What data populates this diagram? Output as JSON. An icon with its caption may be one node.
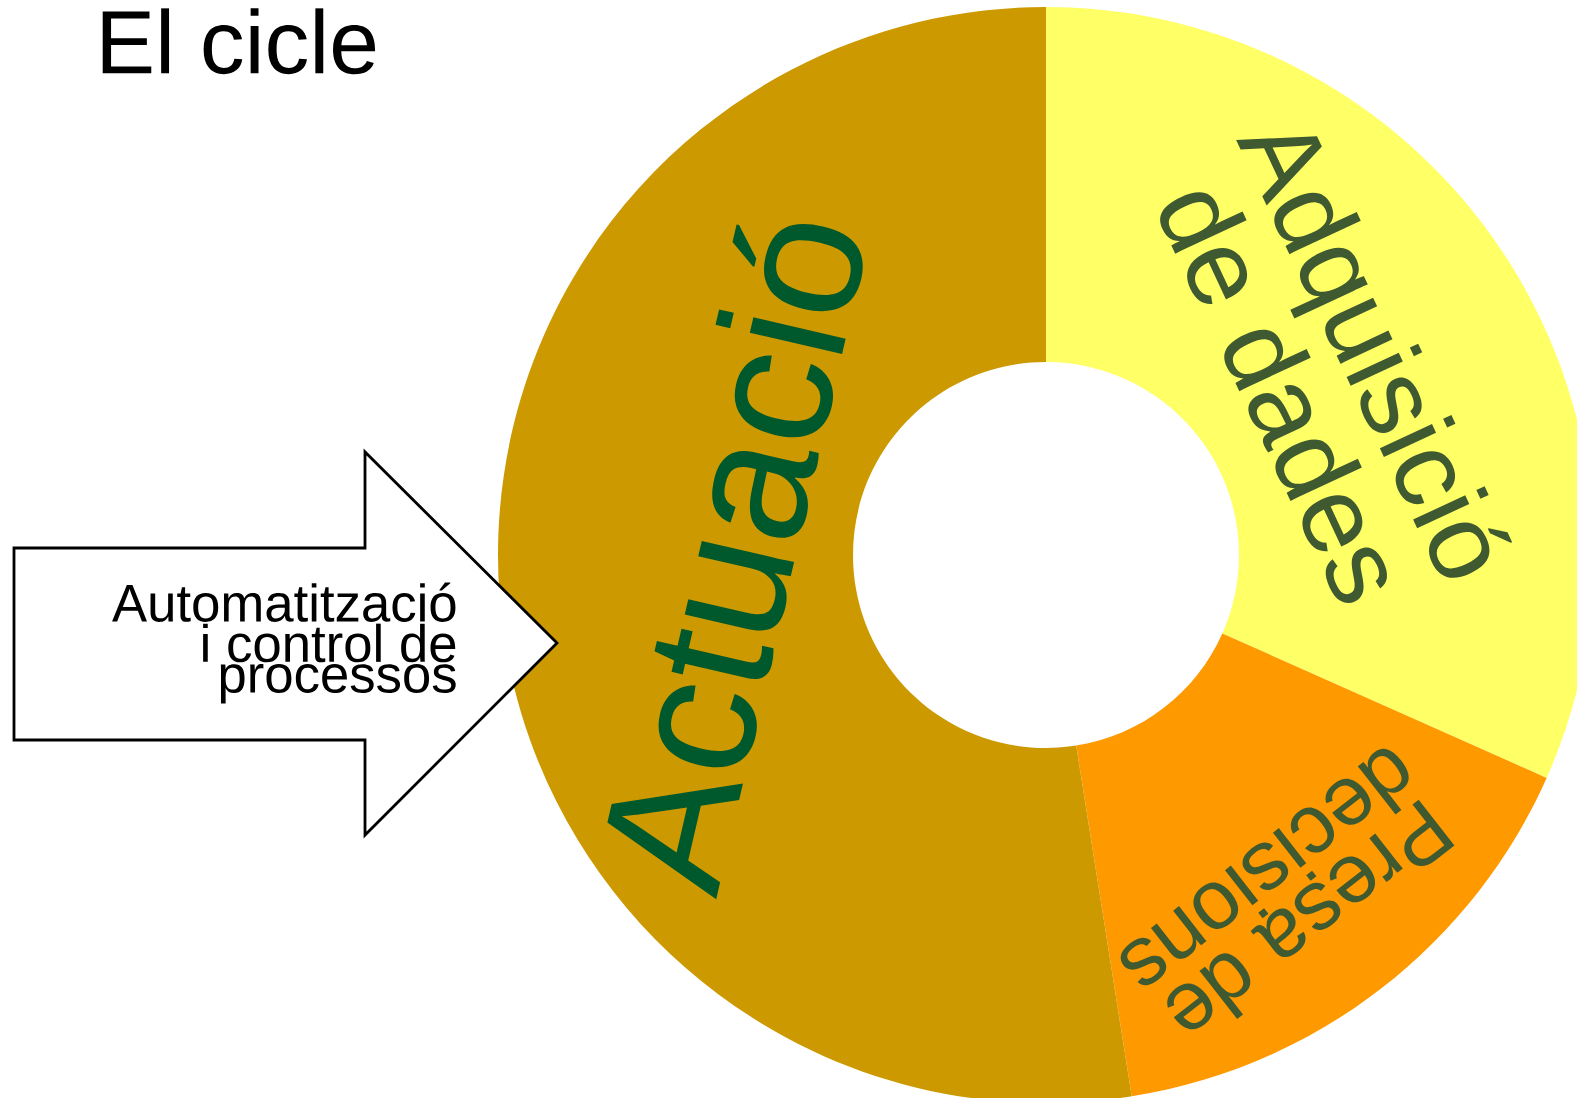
{
  "diagram": {
    "title": "El cicle",
    "nodes": [
      {
        "text": [
          "Automatització i control de processos"
        ]
      },
      {
        "text": [
          "Adquisició de dades"
        ]
      },
      {
        "text": [
          "Presa de decisions"
        ]
      },
      {
        "text": [
          "Actuació"
        ]
      }
    ]
  }
}
